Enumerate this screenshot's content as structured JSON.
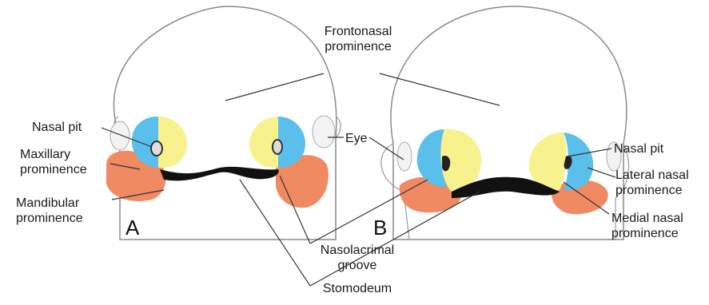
{
  "panels": {
    "a": "A",
    "b": "B"
  },
  "labels": {
    "frontonasal_1": "Frontonasal",
    "frontonasal_2": "prominence",
    "nasal_pit_a": "Nasal pit",
    "maxillary_1": "Maxillary",
    "maxillary_2": "prominence",
    "mandibular_1": "Mandibular",
    "mandibular_2": "prominence",
    "eye": "Eye",
    "nasal_pit_b": "Nasal pit",
    "lateral_nasal_1": "Lateral nasal",
    "lateral_nasal_2": "prominence",
    "medial_nasal_1": "Medial nasal",
    "medial_nasal_2": "prominence",
    "nasolacrimal_1": "Nasolacrimal",
    "nasolacrimal_2": "groove",
    "stomodeum": "Stomodeum"
  },
  "colors": {
    "lateral_nasal": "#5bbfec",
    "medial_nasal": "#f7f28e",
    "maxillary_mandibular": "#ef8a62",
    "stomodeum": "#111111",
    "outline": "#8a8a8a"
  }
}
